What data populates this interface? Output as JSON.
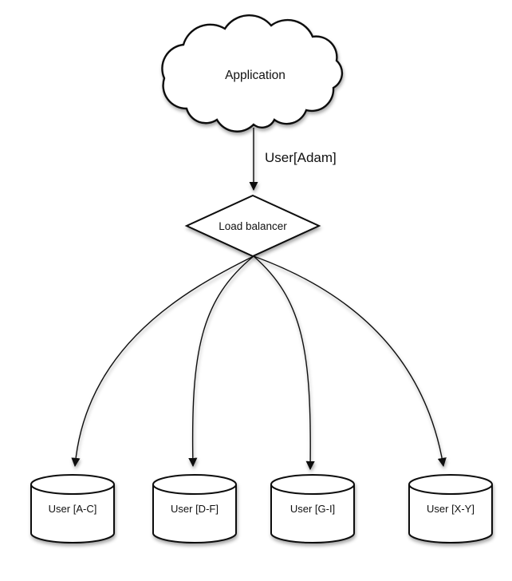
{
  "diagram": {
    "colors": {
      "background": "#ffffff",
      "stroke": "#111111",
      "fill": "#ffffff",
      "text": "#111111"
    },
    "application": {
      "label": "Application",
      "shape": "cloud"
    },
    "request_edge": {
      "label": "User[Adam]"
    },
    "load_balancer": {
      "label": "Load balancer",
      "shape": "diamond"
    },
    "shards": [
      {
        "label": "User [A-C]",
        "shape": "cylinder"
      },
      {
        "label": "User [D-F]",
        "shape": "cylinder"
      },
      {
        "label": "User [G-I]",
        "shape": "cylinder"
      },
      {
        "label": "User [X-Y]",
        "shape": "cylinder"
      }
    ]
  }
}
